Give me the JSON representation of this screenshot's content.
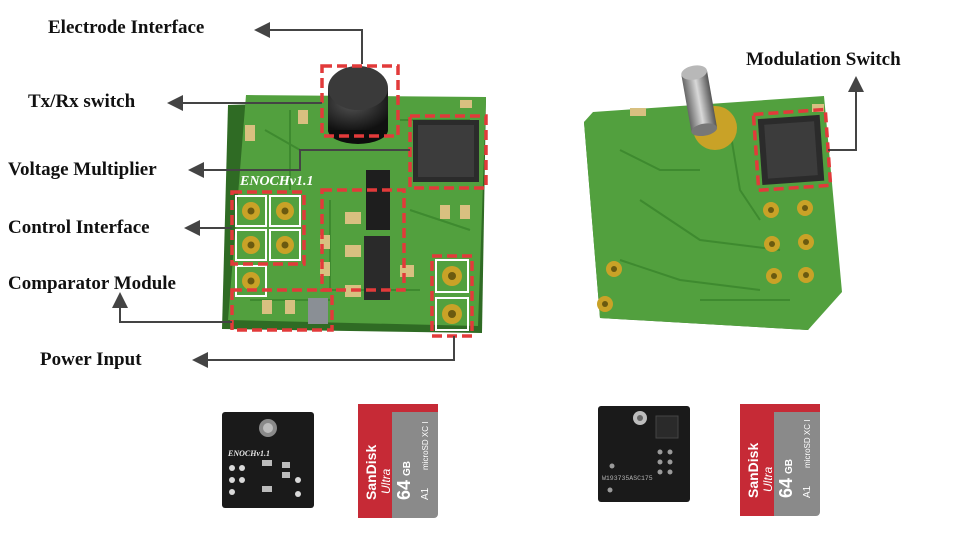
{
  "labels": {
    "electrode_interface": "Electrode Interface",
    "tx_rx_switch": "Tx/Rx switch",
    "voltage_multiplier": "Voltage Multiplier",
    "control_interface": "Control Interface",
    "comparator_module": "Comparator Module",
    "power_input": "Power Input",
    "modulation_switch": "Modulation Switch"
  },
  "board": {
    "silkscreen": "ENOCHv1.1",
    "serial_back": "W193735ASC175"
  },
  "sd_card": {
    "brand": "SanDisk",
    "line": "Ultra",
    "capacity": "64",
    "unit": "GB",
    "class_mark": "A1",
    "sdxc_mark": "microSD XC I"
  },
  "colors": {
    "pcb_green": "#4f9a3c",
    "highlight_red": "#e23a3a",
    "pad_gold": "#c9a227",
    "pcb_black": "#1a1a1a",
    "sd_red": "#c62a36",
    "sd_gray": "#8a8a8a"
  }
}
